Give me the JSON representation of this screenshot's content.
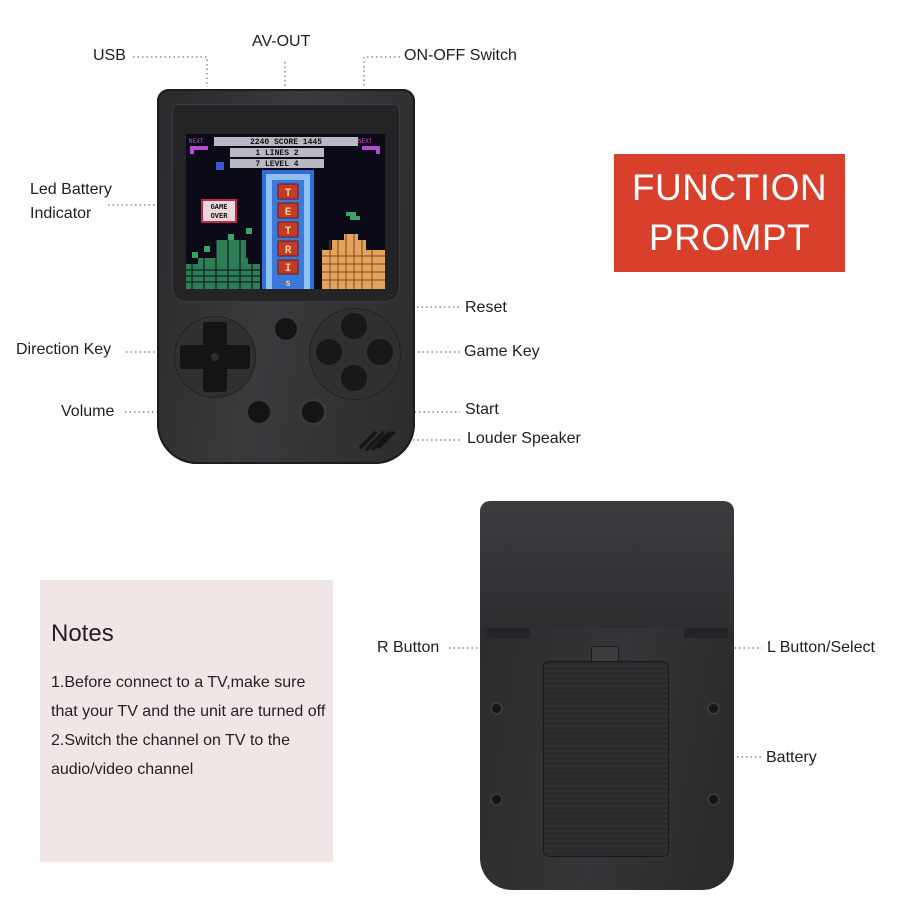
{
  "badge": {
    "line1": "FUNCTION",
    "line2": "PROMPT"
  },
  "front_labels": {
    "usb": "USB",
    "av_out": "AV-OUT",
    "on_off": "ON-OFF Switch",
    "led_battery_line1": "Led Battery",
    "led_battery_line2": "Indicator",
    "reset": "Reset",
    "direction_key": "Direction Key",
    "game_key": "Game Key",
    "volume": "Volume",
    "start": "Start",
    "louder_speaker": "Louder Speaker"
  },
  "back_labels": {
    "r_button": "R Button",
    "l_button_select": "L Button/Select",
    "battery": "Battery"
  },
  "notes": {
    "title": "Notes",
    "line1": "1.Before connect to a TV,make sure that your TV and the unit are turned off",
    "line2": "2.Switch the channel on TV to the audio/video channel"
  },
  "screen": {
    "next_left": "NEXT",
    "next_right": "NEXT",
    "score_row": "2240 SCORE 1445",
    "lines_row": "1 LINES 2",
    "level_row": "7 LEVEL 4",
    "game_over_line1": "GAME",
    "game_over_line2": "OVER",
    "logo_letters": [
      "T",
      "E",
      "T",
      "R",
      "I",
      "S"
    ]
  },
  "colors": {
    "badge_red": "#d9402b",
    "notes_bg": "#f1e6e6",
    "device_black": "#2e2e30"
  }
}
